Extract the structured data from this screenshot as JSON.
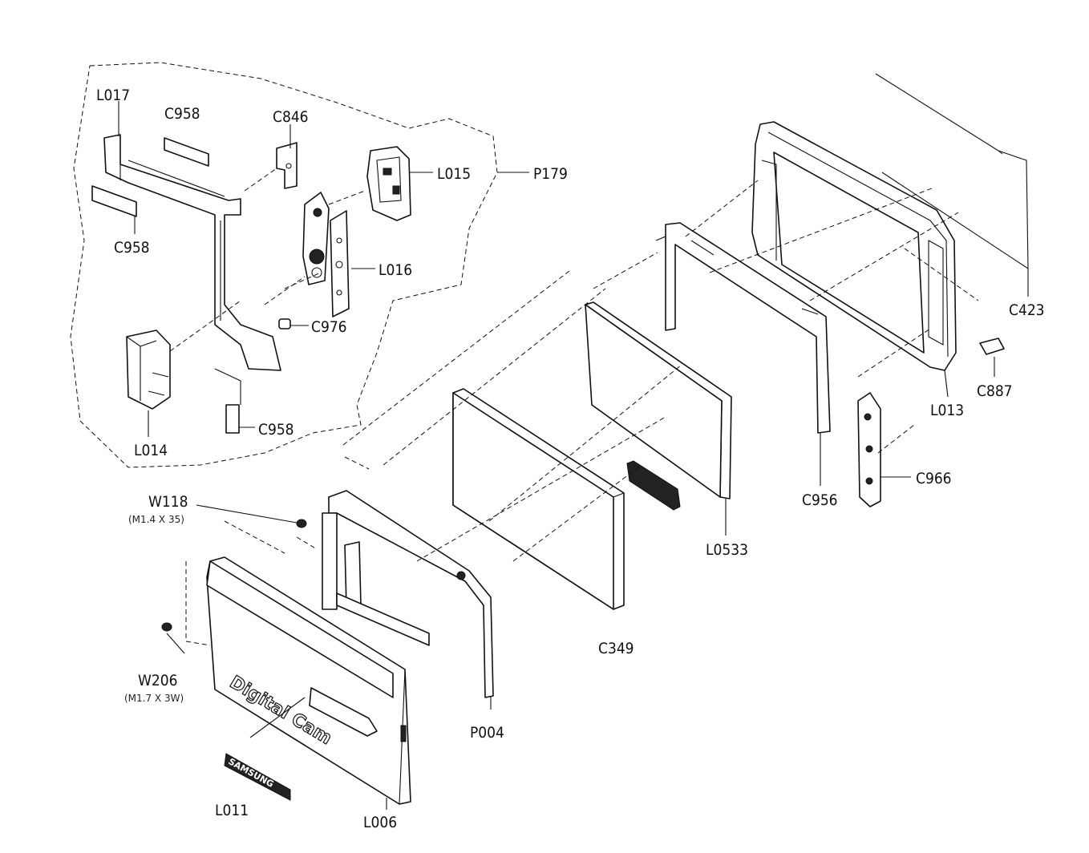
{
  "labels": {
    "L017": "L017",
    "C958_top": "C958",
    "C846": "C846",
    "L015": "L015",
    "P179": "P179",
    "C958_left": "C958",
    "L016": "L016",
    "C976": "C976",
    "L014": "L014",
    "C958_bottom": "C958",
    "W118": "W118",
    "W118_spec": "(M1.4 X 35)",
    "W206": "W206",
    "W206_spec": "(M1.7 X 3W)",
    "L011": "L011",
    "L006": "L006",
    "P004": "P004",
    "C349": "C349",
    "L0533": "L0533",
    "C956": "C956",
    "C966": "C966",
    "L013": "L013",
    "C887": "C887",
    "C423": "C423"
  },
  "housing_text": {
    "brand_line": "Digital Cam",
    "badge": "SAMSUNG"
  }
}
